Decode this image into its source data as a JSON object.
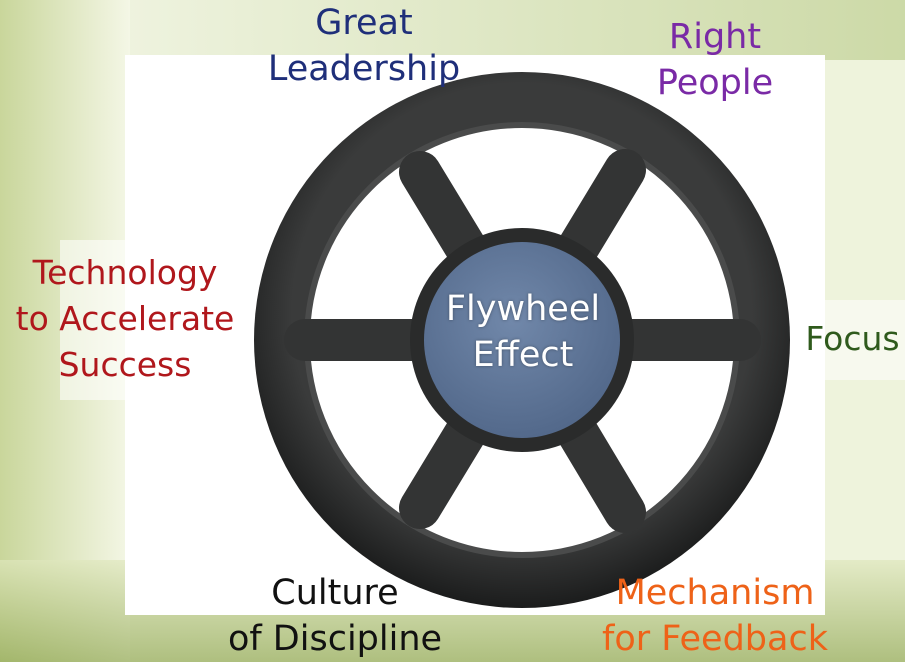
{
  "hub": {
    "line1": "Flywheel",
    "line2": "Effect"
  },
  "labels": {
    "leadership": {
      "line1": "Great",
      "line2": "Leadership",
      "color": "#1f2f7a"
    },
    "people": {
      "line1": "Right",
      "line2": "People",
      "color": "#7a2aa6"
    },
    "technology": {
      "line1": "Technology",
      "line2": "to Accelerate",
      "line3": "Success",
      "color": "#b0171c"
    },
    "focus": {
      "line1": "Focus",
      "color": "#2f5a1c"
    },
    "culture": {
      "line1": "Culture",
      "line2": "of Discipline",
      "color": "#111111"
    },
    "mechanism": {
      "line1": "Mechanism",
      "line2": "for Feedback",
      "color": "#ee6218"
    }
  },
  "colors": {
    "hub_fill": "#5c7396",
    "wheel": "#2d2e2e",
    "grass_light": "#e9efcf",
    "grass_dark": "#8fa54c"
  }
}
